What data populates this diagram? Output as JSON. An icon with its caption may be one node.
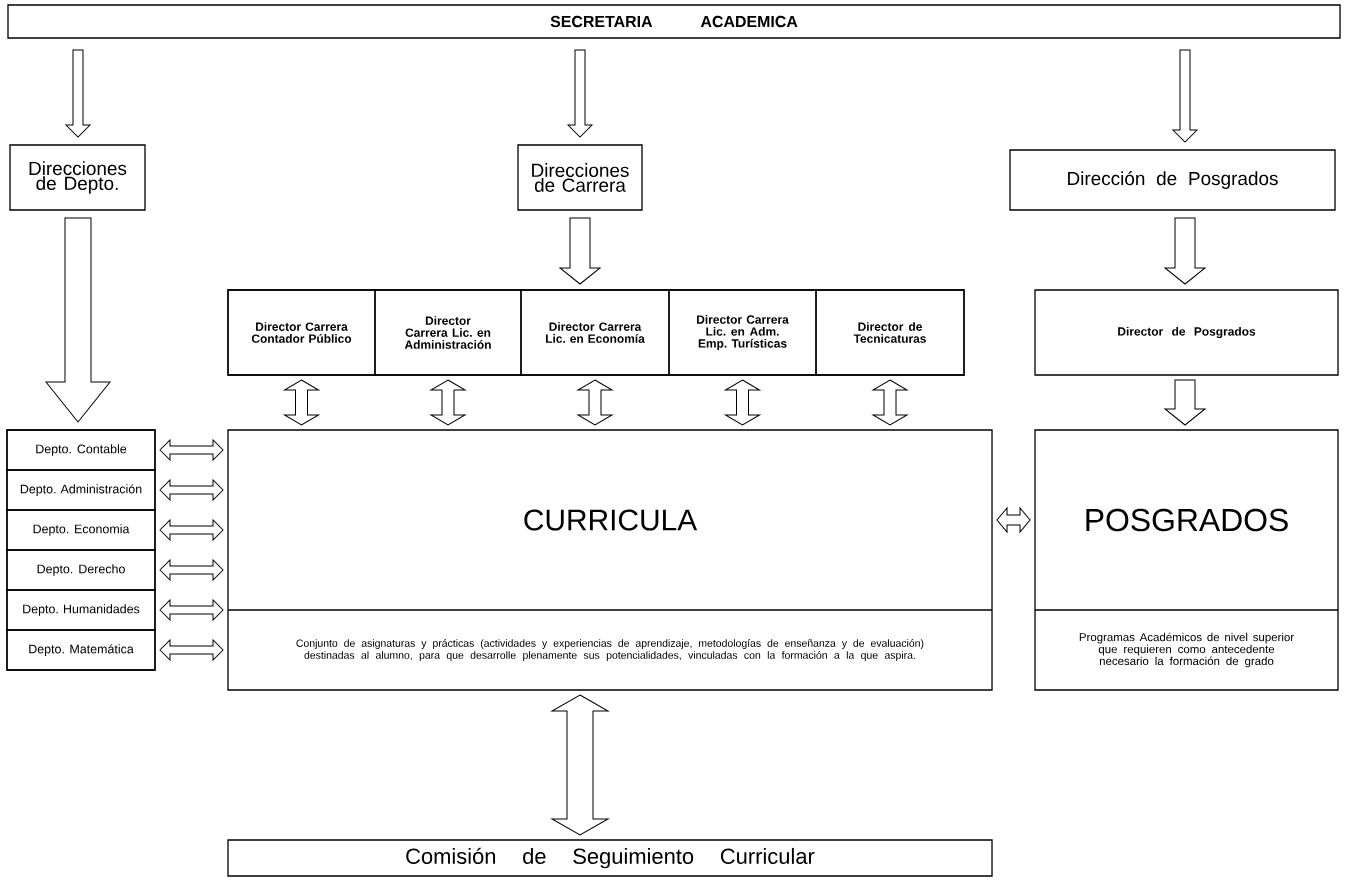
{
  "diagram": {
    "nodes": [
      {
        "text": [
          "SECRETARIA ACADEMICA"
        ]
      },
      {
        "text": [
          "Direcciones de Depto."
        ]
      },
      {
        "text": [
          "Direcciones de Carrera"
        ]
      },
      {
        "text": [
          "Dirección de Posgrados"
        ]
      },
      {
        "text": [],
        "shape": "box"
      },
      {
        "text": [
          "Director Carrera Contador Público"
        ],
        "in": 4
      },
      {
        "text": [
          "Director Carrera Lic. en Administración"
        ],
        "in": 4
      },
      {
        "text": [
          "Director Carrera Lic. en Economía"
        ],
        "in": 4
      },
      {
        "text": [
          "Director Carrera Lic. en Adm. Emp. Turísticas"
        ],
        "in": 4
      },
      {
        "text": [
          "Director de Tecnicaturas"
        ],
        "in": 4
      },
      {
        "text": [
          "Director de Posgrados"
        ]
      },
      {
        "text": [],
        "shape": "box"
      },
      {
        "text": [
          "Depto. Contable"
        ],
        "in": 11
      },
      {
        "text": [
          "Depto. Administración"
        ],
        "in": 11
      },
      {
        "text": [
          "Depto. Economia"
        ],
        "in": 11
      },
      {
        "text": [
          "Depto. Derecho"
        ],
        "in": 11
      },
      {
        "text": [
          "Depto. Humanidades"
        ],
        "in": 11
      },
      {
        "text": [
          "Depto. Matemática"
        ],
        "in": 11
      },
      {
        "text": [
          "CURRICULA",
          "Conjunto de asignaturas y prácticas (actividades y experiencias de aprendizaje, metodologías de enseñanza y de evaluación) destinadas al alumno, para que desarrolle plenamente sus potencialidades, vinculadas con la formación a la que aspira."
        ]
      },
      {
        "text": [
          "POSGRADOS",
          "Programas Académicos de nivel superior que requieren como antecedente necesario la formación de grado"
        ]
      },
      {
        "text": [
          "Comisión de Seguimiento Curricular"
        ]
      }
    ],
    "edges": [
      {
        "from": 0,
        "to": 1,
        "arrow": "to"
      },
      {
        "from": 0,
        "to": 2,
        "arrow": "to"
      },
      {
        "from": 0,
        "to": 3,
        "arrow": "to"
      },
      {
        "from": 1,
        "to": 11,
        "arrow": "to"
      },
      {
        "from": 2,
        "to": 4,
        "arrow": "to"
      },
      {
        "from": 3,
        "to": 10,
        "arrow": "to"
      },
      {
        "from": 5,
        "to": 18,
        "arrow": "both"
      },
      {
        "from": 6,
        "to": 18,
        "arrow": "both"
      },
      {
        "from": 7,
        "to": 18,
        "arrow": "both"
      },
      {
        "from": 8,
        "to": 18,
        "arrow": "both"
      },
      {
        "from": 9,
        "to": 18,
        "arrow": "both"
      },
      {
        "from": 10,
        "to": 19,
        "arrow": "to"
      },
      {
        "from": 12,
        "to": 18,
        "arrow": "both"
      },
      {
        "from": 13,
        "to": 18,
        "arrow": "both"
      },
      {
        "from": 14,
        "to": 18,
        "arrow": "both"
      },
      {
        "from": 15,
        "to": 18,
        "arrow": "both"
      },
      {
        "from": 16,
        "to": 18,
        "arrow": "both"
      },
      {
        "from": 17,
        "to": 18,
        "arrow": "both"
      },
      {
        "from": 18,
        "to": 19,
        "arrow": "both"
      },
      {
        "from": 18,
        "to": 20,
        "arrow": "both"
      }
    ]
  }
}
